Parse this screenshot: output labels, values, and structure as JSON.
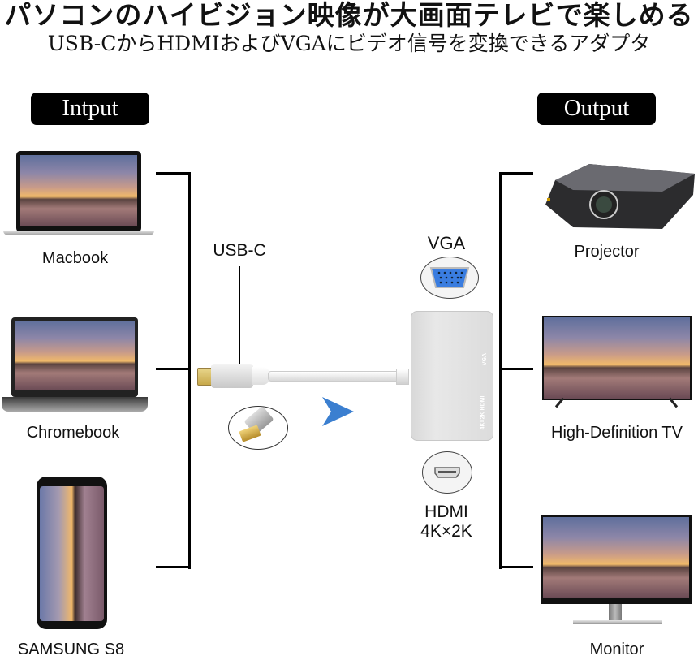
{
  "header": {
    "title": "パソコンのハイビジョン映像が大画面テレビで楽しめる",
    "subtitle": "USB-CからHDMIおよびVGAにビデオ信号を変換できるアダプタ"
  },
  "input": {
    "tag": "Intput",
    "devices": [
      {
        "label": "Macbook",
        "icon": "laptop-icon"
      },
      {
        "label": "Chromebook",
        "icon": "laptop-icon"
      },
      {
        "label": "SAMSUNG S8",
        "icon": "smartphone-icon"
      }
    ]
  },
  "adapter": {
    "usb_label": "USB-C",
    "vga_label": "VGA",
    "hdmi_label": "HDMI",
    "hdmi_res": "4K×2K",
    "body_vga_text": "VGA",
    "body_hdmi_text": "4K×2K HDMI",
    "arrow_color": "#3b7fd0",
    "vga_port_color": "#3a7de0"
  },
  "output": {
    "tag": "Output",
    "devices": [
      {
        "label": "Projector",
        "icon": "projector-icon"
      },
      {
        "label": "High-Definition TV",
        "icon": "tv-icon"
      },
      {
        "label": "Monitor",
        "icon": "monitor-icon"
      }
    ]
  }
}
